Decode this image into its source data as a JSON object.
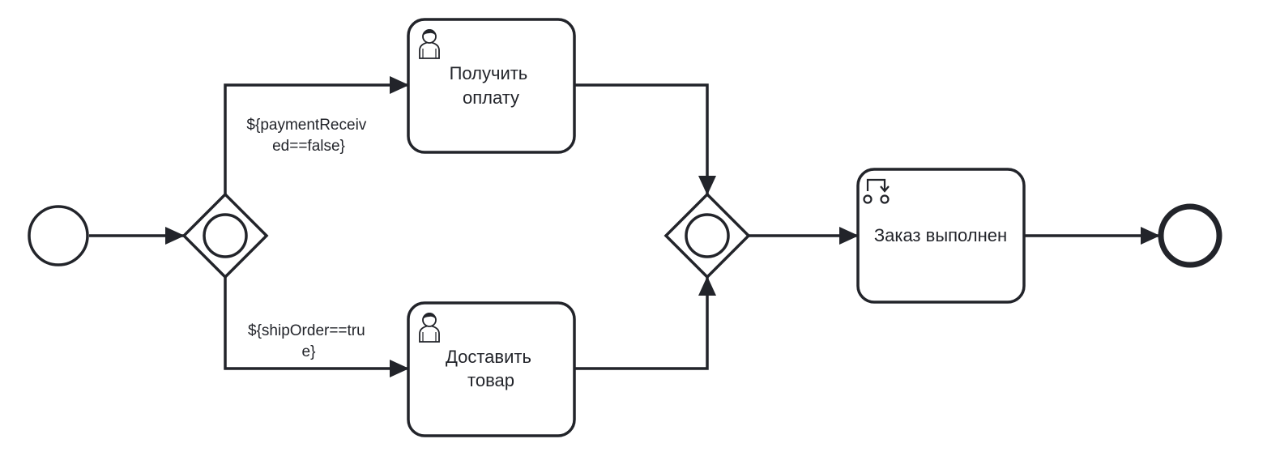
{
  "diagram": {
    "tasks": [
      {
        "lines": [
          "Получить",
          "оплату"
        ],
        "type": "user-task"
      },
      {
        "lines": [
          "Доставить",
          "товар"
        ],
        "type": "user-task"
      },
      {
        "lines": [
          "Заказ выполнен"
        ],
        "type": "loop-task"
      }
    ],
    "flows": [
      {
        "lines": [
          "${paymentReceiv",
          "ed==false}"
        ]
      },
      {
        "lines": [
          "${shipOrder==tru",
          "e}"
        ]
      }
    ]
  }
}
